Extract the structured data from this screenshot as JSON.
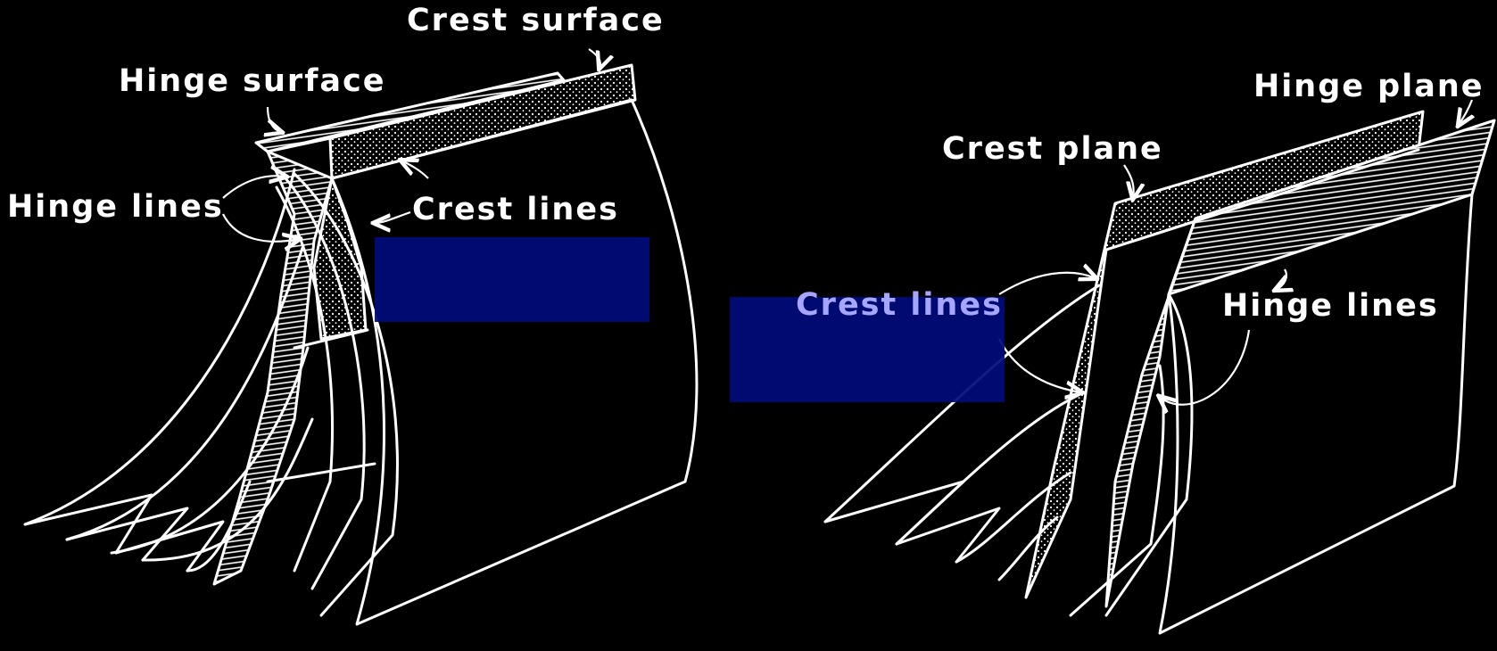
{
  "left_diagram": {
    "labels": {
      "crest_surface": "Crest surface",
      "hinge_surface": "Hinge surface",
      "hinge_lines": "Hinge lines",
      "crest_lines": "Crest lines"
    }
  },
  "right_diagram": {
    "labels": {
      "hinge_plane": "Hinge plane",
      "crest_plane": "Crest plane",
      "crest_lines": "Crest lines",
      "hinge_lines": "Hinge lines"
    }
  },
  "colors": {
    "background": "#000000",
    "line": "#ffffff",
    "highlight_box": "#000c7a",
    "highlight_text": "#a6a6ff"
  }
}
